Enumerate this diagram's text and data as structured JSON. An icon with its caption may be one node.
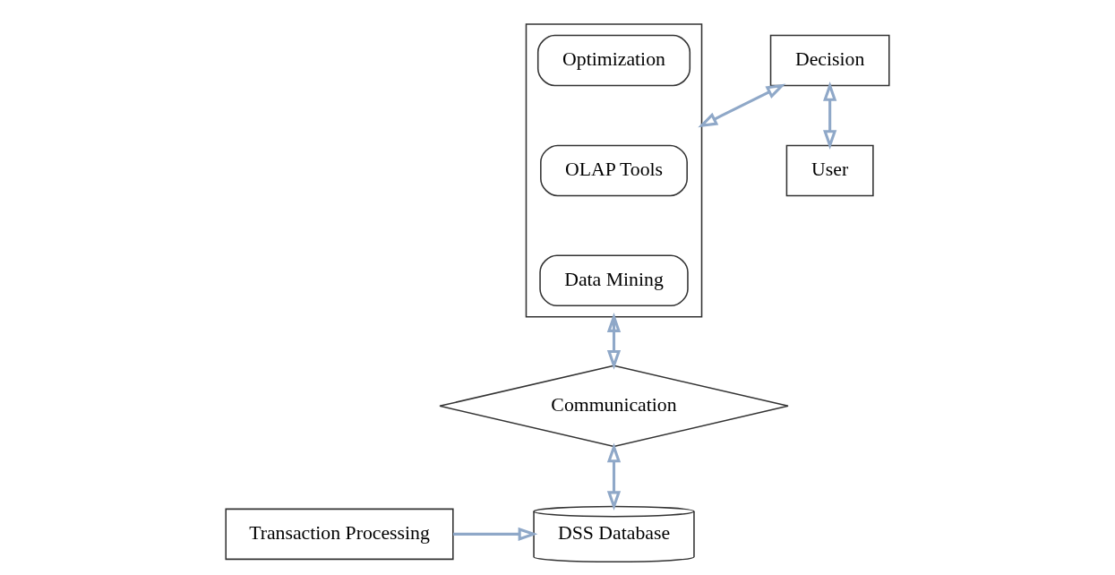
{
  "diagram": {
    "nodes": [
      {
        "text": [],
        "shape": "box"
      },
      {
        "text": [
          "Optimization"
        ],
        "in": 0
      },
      {
        "text": [
          "OLAP Tools"
        ],
        "in": 0
      },
      {
        "text": [
          "Data Mining"
        ],
        "in": 0
      },
      {
        "text": [
          "Decision"
        ]
      },
      {
        "text": [
          "User"
        ]
      },
      {
        "text": [
          "Communication"
        ]
      },
      {
        "text": [
          "DSS Database"
        ]
      },
      {
        "text": [
          "Transaction Processing"
        ]
      }
    ],
    "edges": [
      {
        "from": 0,
        "to": 4,
        "arrow": "both"
      },
      {
        "from": 4,
        "to": 5,
        "arrow": "both"
      },
      {
        "from": 0,
        "to": 6,
        "arrow": "both"
      },
      {
        "from": 6,
        "to": 7,
        "arrow": "both"
      },
      {
        "from": 8,
        "to": 7,
        "arrow": "to"
      }
    ]
  }
}
